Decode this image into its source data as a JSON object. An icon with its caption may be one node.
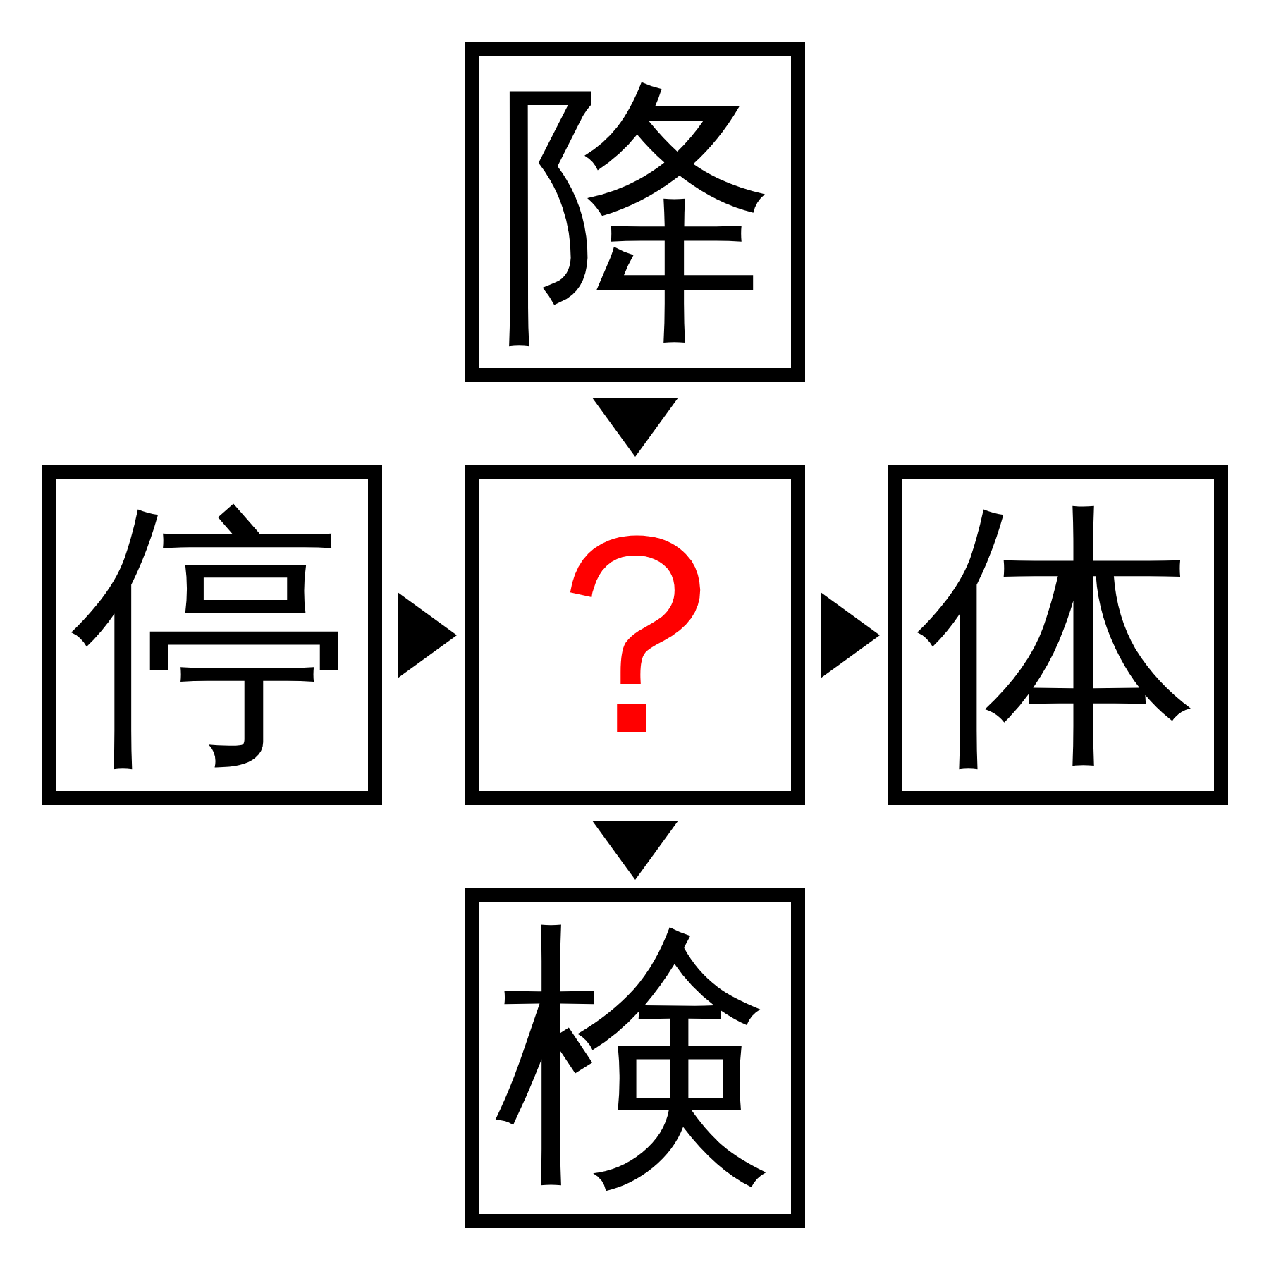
{
  "diagram": {
    "nodes": [
      {
        "text": [
          "降"
        ]
      },
      {
        "text": [
          "停"
        ]
      },
      {
        "text": [
          "？"
        ]
      },
      {
        "text": [
          "体"
        ]
      },
      {
        "text": [
          "検"
        ]
      }
    ],
    "edges": [
      {
        "from": 0,
        "to": 2,
        "arrow": "to"
      },
      {
        "from": 1,
        "to": 2,
        "arrow": "to"
      },
      {
        "from": 2,
        "to": 3,
        "arrow": "to"
      },
      {
        "from": 2,
        "to": 4,
        "arrow": "to"
      }
    ]
  }
}
